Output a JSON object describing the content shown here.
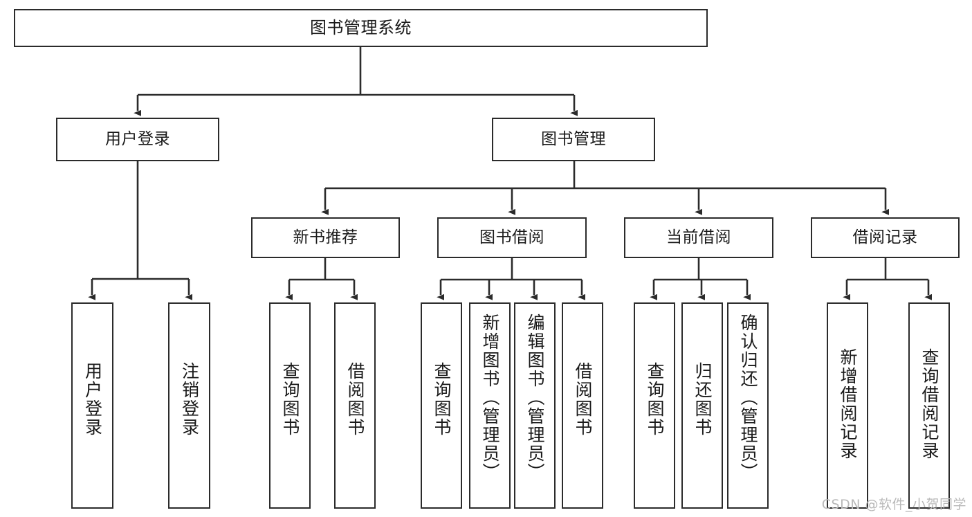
{
  "diagram": {
    "type": "tree-hierarchy",
    "title": "图书管理系统",
    "background_color": "#ffffff",
    "line_color": "#2b2b2b",
    "text_color": "#1a1a1a",
    "watermark": "CSDN @软件_小贺同学"
  },
  "nodes": {
    "root": {
      "label": "图书管理系统"
    },
    "level2": [
      {
        "label": "用户登录"
      },
      {
        "label": "图书管理"
      }
    ],
    "level3": [
      {
        "label": "新书推荐"
      },
      {
        "label": "图书借阅"
      },
      {
        "label": "当前借阅"
      },
      {
        "label": "借阅记录"
      }
    ],
    "leaves": {
      "user_login": [
        {
          "label": "用户登录"
        },
        {
          "label": "注销登录"
        }
      ],
      "new_book_recommend": [
        {
          "label": "查询图书"
        },
        {
          "label": "借阅图书"
        }
      ],
      "book_borrow": [
        {
          "label": "查询图书"
        },
        {
          "label": "新增图书（管理员）"
        },
        {
          "label": "编辑图书（管理员）"
        },
        {
          "label": "借阅图书"
        }
      ],
      "current_borrow": [
        {
          "label": "查询图书"
        },
        {
          "label": "归还图书"
        },
        {
          "label": "确认归还（管理员）"
        }
      ],
      "borrow_record": [
        {
          "label": "新增借阅记录"
        },
        {
          "label": "查询借阅记录"
        }
      ]
    }
  }
}
